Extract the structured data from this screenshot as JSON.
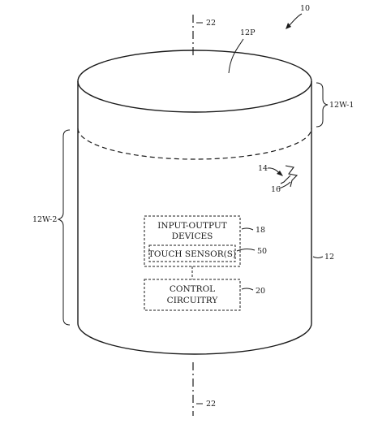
{
  "figure": {
    "reference_numeral": "10",
    "axis": {
      "top_label": "22",
      "bottom_label": "22"
    },
    "top_surface_label": "12P",
    "upper_wall_label": "12W-1",
    "lower_wall_label": "12W-2",
    "body_label": "12",
    "component": {
      "label_14": "14",
      "label_16": "16"
    },
    "boxes": {
      "io_devices": {
        "line1": "INPUT-OUTPUT",
        "line2": "DEVICES",
        "ref": "18"
      },
      "touch_sensor": {
        "label": "TOUCH SENSOR(S)",
        "ref": "50"
      },
      "control_circuitry": {
        "line1": "CONTROL",
        "line2": "CIRCUITRY",
        "ref": "20"
      }
    }
  }
}
